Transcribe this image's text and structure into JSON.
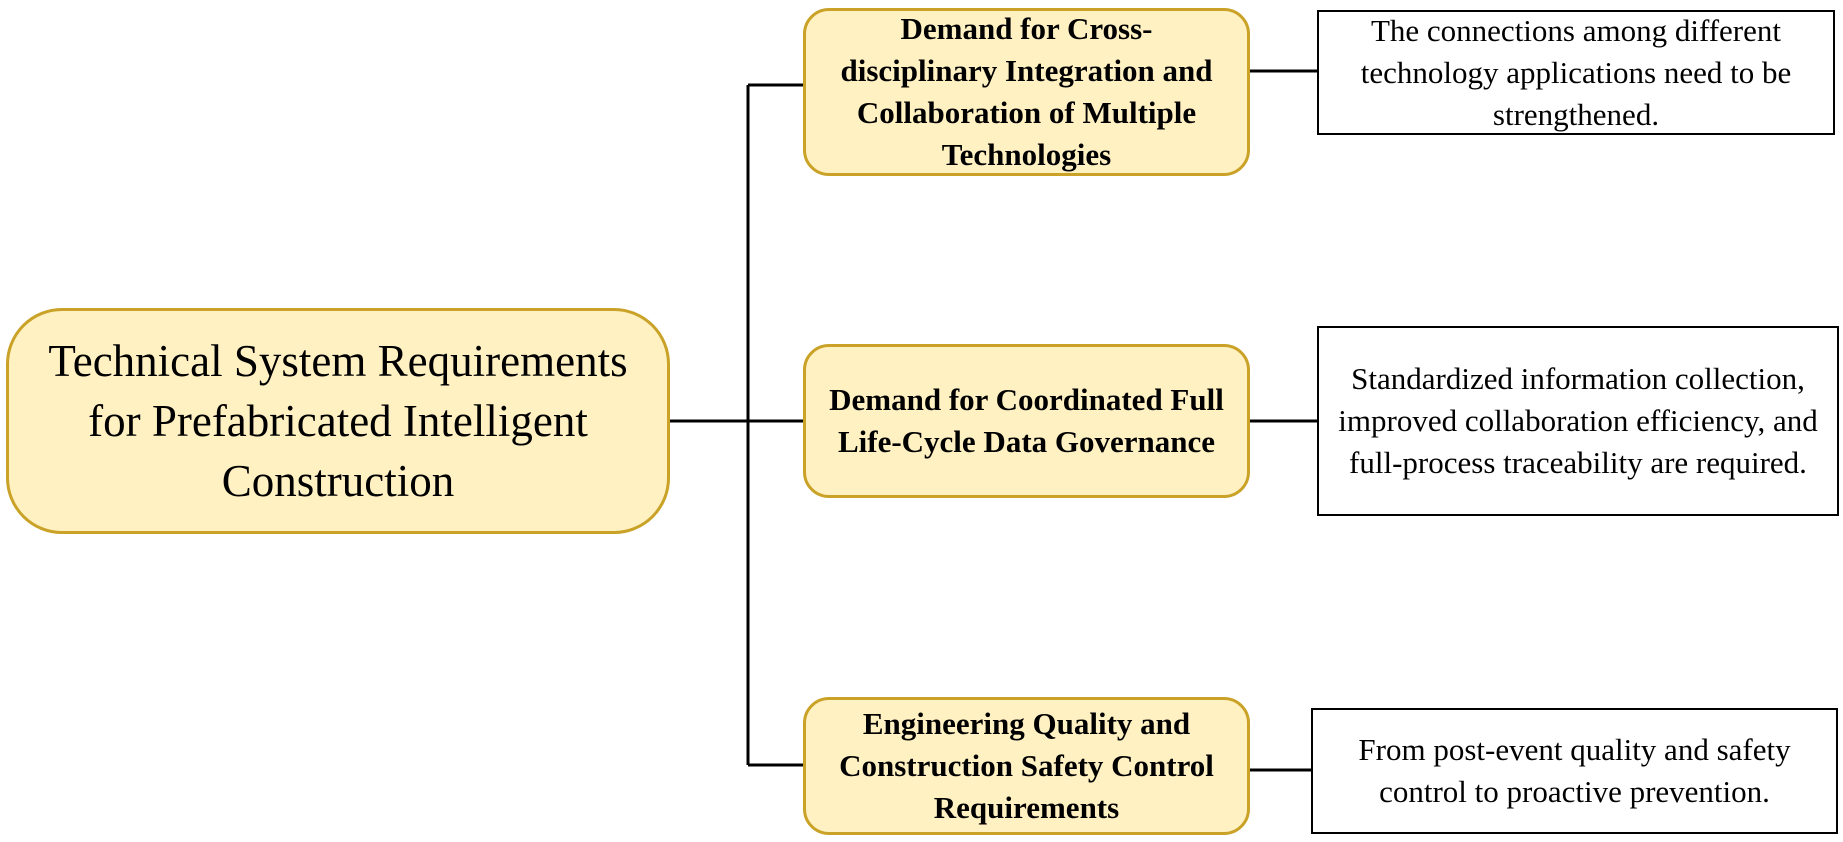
{
  "root": {
    "text": "Technical System Requirements for Prefabricated Intelligent Construction"
  },
  "branches": [
    {
      "requirement": "Demand for Cross-disciplinary Integration and Collaboration of Multiple Technologies",
      "description": "The connections among different technology applications need to be strengthened."
    },
    {
      "requirement": "Demand for Coordinated Full Life-Cycle Data Governance",
      "description": "Standardized information collection, improved collaboration efficiency, and full-process traceability are required."
    },
    {
      "requirement": "Engineering Quality and Construction Safety Control Requirements",
      "description": "From post-event quality and safety control to proactive prevention."
    }
  ],
  "colors": {
    "node_fill": "#fff1c2",
    "node_border": "#c9a227",
    "line": "#000000"
  }
}
